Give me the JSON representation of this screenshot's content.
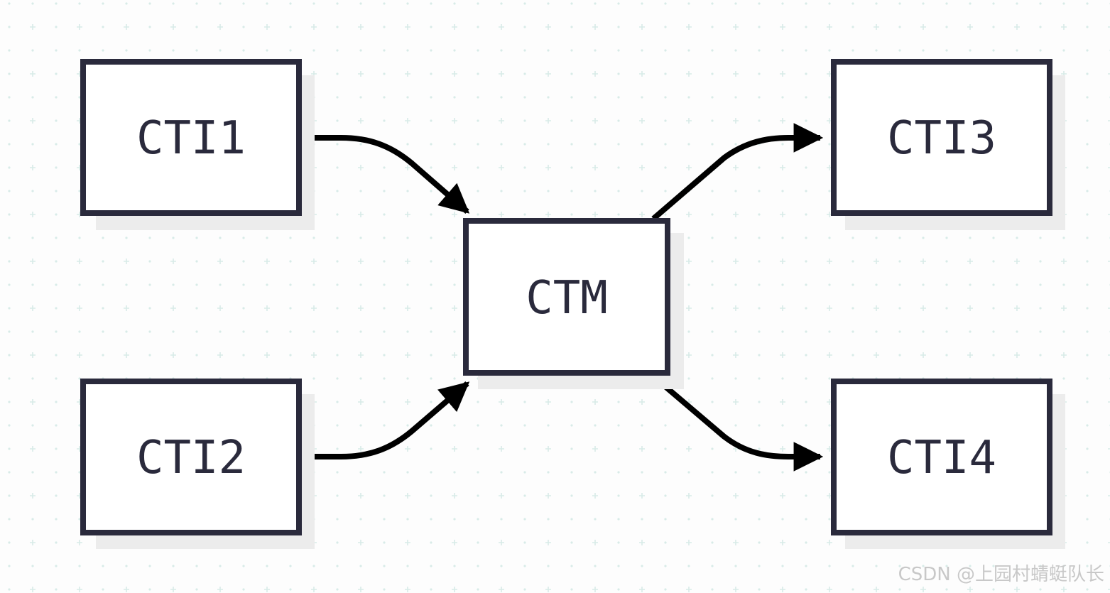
{
  "diagram": {
    "colors": {
      "box_border": "#2a2a3c",
      "box_fill": "#ffffff",
      "box_shadow": "#ececec",
      "label": "#2a2a3c",
      "edge": "#000000",
      "grid": "#d8ebe8",
      "background": "#fdfdfd"
    },
    "nodes": {
      "cti1": {
        "label": "CTI1"
      },
      "cti2": {
        "label": "CTI2"
      },
      "ctm": {
        "label": "CTM"
      },
      "cti3": {
        "label": "CTI3"
      },
      "cti4": {
        "label": "CTI4"
      }
    },
    "edges": [
      {
        "from": "CTI1",
        "to": "CTM"
      },
      {
        "from": "CTI2",
        "to": "CTM"
      },
      {
        "from": "CTM",
        "to": "CTI3"
      },
      {
        "from": "CTM",
        "to": "CTI4"
      }
    ]
  },
  "watermark": {
    "text": "CSDN @上园村蜻蜓队长"
  }
}
